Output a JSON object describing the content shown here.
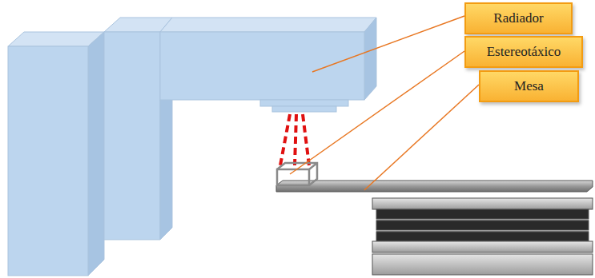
{
  "diagram": {
    "nodes": [
      {
        "text": [
          "Radiador"
        ]
      },
      {
        "text": [
          "Estereotáxico"
        ]
      },
      {
        "text": [
          "Mesa"
        ]
      }
    ]
  }
}
